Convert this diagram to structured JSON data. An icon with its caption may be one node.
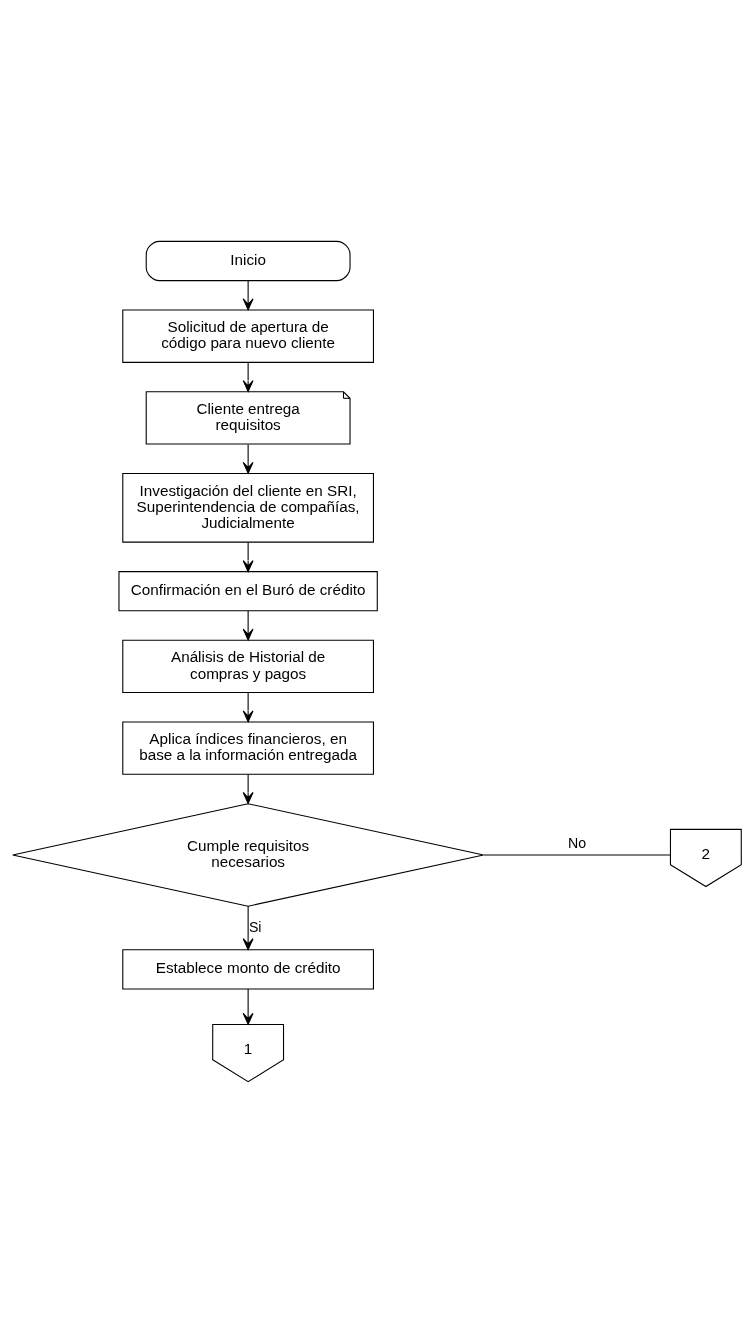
{
  "diagram": {
    "nodes": [
      {
        "text": [
          "Inicio"
        ]
      },
      {
        "text": [
          "Solicitud de apertura de código para nuevo cliente"
        ]
      },
      {
        "text": [
          "Cliente entrega requisitos"
        ]
      },
      {
        "text": [
          "Investigación del cliente en SRI, Superintendencia de compañías, Judicialmente"
        ]
      },
      {
        "text": [
          "Confirmación en el Buró de crédito"
        ]
      },
      {
        "text": [
          "Análisis de Historial de compras y pagos"
        ]
      },
      {
        "text": [
          "Aplica índices financieros, en base a la información entregada"
        ]
      },
      {
        "text": [
          "Cumple requisitos necesarios"
        ]
      },
      {
        "text": [
          "2"
        ]
      },
      {
        "text": [
          "Establece monto de crédito"
        ]
      },
      {
        "text": [
          "1"
        ]
      }
    ],
    "edges": [
      {
        "from": 0,
        "to": 1,
        "arrow": "to"
      },
      {
        "from": 1,
        "to": 2,
        "arrow": "to"
      },
      {
        "from": 2,
        "to": 3,
        "arrow": "to"
      },
      {
        "from": 3,
        "to": 4,
        "arrow": "to"
      },
      {
        "from": 4,
        "to": 5,
        "arrow": "to"
      },
      {
        "from": 5,
        "to": 6,
        "arrow": "to"
      },
      {
        "from": 6,
        "to": 7,
        "arrow": "to"
      },
      {
        "from": 7,
        "to": 8,
        "label": "No",
        "arrow": "none"
      },
      {
        "from": 7,
        "to": 9,
        "label": "Si",
        "arrow": "to"
      },
      {
        "from": 9,
        "to": 10,
        "arrow": "to"
      }
    ]
  }
}
